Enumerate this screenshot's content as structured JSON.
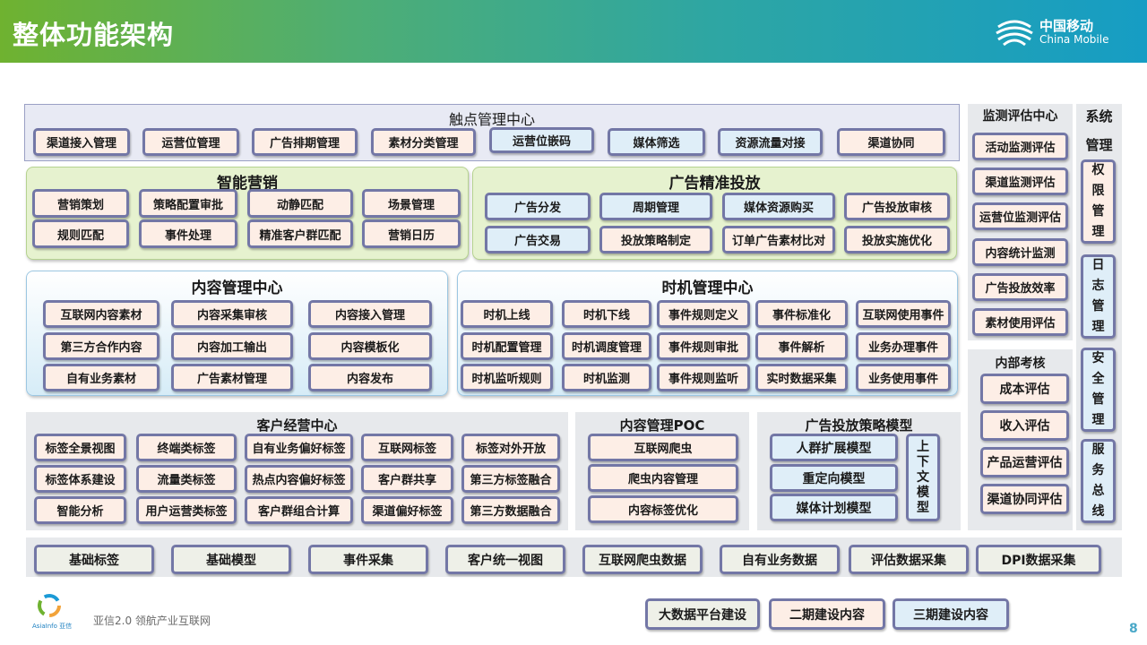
{
  "header": {
    "title": "整体功能架构",
    "brand_cn": "中国移动",
    "brand_en": "China Mobile",
    "brand_logo_icon": "china-mobile-logo-icon"
  },
  "touch": {
    "title": "触点管理中心",
    "items": [
      "渠道接入管理",
      "运营位管理",
      "广告排期管理",
      "素材分类管理",
      "运营位嵌码",
      "媒体筛选",
      "资源流量对接",
      "渠道协同"
    ]
  },
  "marketing": {
    "title": "智能营销",
    "items": [
      "营销策划",
      "策略配置审批",
      "动静匹配",
      "场景管理",
      "规则匹配",
      "事件处理",
      "精准客户群匹配",
      "营销日历"
    ]
  },
  "ad_delivery": {
    "title": "广告精准投放",
    "items": [
      "广告分发",
      "周期管理",
      "媒体资源购买",
      "广告投放审核",
      "广告交易",
      "投放策略制定",
      "订单广告素材比对",
      "投放实施优化"
    ]
  },
  "content_center": {
    "title": "内容管理中心",
    "items": [
      "互联网内容素材",
      "内容采集审核",
      "内容接入管理",
      "第三方合作内容",
      "内容加工输出",
      "内容模板化",
      "自有业务素材",
      "广告素材管理",
      "内容发布"
    ]
  },
  "timing_center": {
    "title": "时机管理中心",
    "items": [
      "时机上线",
      "时机下线",
      "事件规则定义",
      "事件标准化",
      "互联网使用事件",
      "时机配置管理",
      "时机调度管理",
      "事件规则审批",
      "事件解析",
      "业务办理事件",
      "时机监听规则",
      "时机监测",
      "事件规则监听",
      "实时数据采集",
      "业务使用事件"
    ]
  },
  "customer": {
    "title": "客户经营中心",
    "items": [
      "标签全景视图",
      "终端类标签",
      "自有业务偏好标签",
      "互联网标签",
      "标签对外开放",
      "标签体系建设",
      "流量类标签",
      "热点内容偏好标签",
      "客户群共享",
      "第三方标签融合",
      "智能分析",
      "用户运营类标签",
      "客户群组合计算",
      "渠道偏好标签",
      "第三方数据融合"
    ]
  },
  "poc": {
    "title": "内容管理POC",
    "items": [
      "互联网爬虫",
      "爬虫内容管理",
      "内容标签优化"
    ]
  },
  "strategy": {
    "title": "广告投放策略模型",
    "items": [
      "人群扩展模型",
      "重定向模型",
      "媒体计划模型"
    ],
    "context_model": [
      "上",
      "下",
      "文",
      "模",
      "型"
    ]
  },
  "base": {
    "items": [
      "基础标签",
      "基础模型",
      "事件采集",
      "客户统一视图",
      "互联网爬虫数据",
      "自有业务数据",
      "评估数据采集",
      "DPI数据采集"
    ]
  },
  "monitor": {
    "title": "监测评估中心",
    "items": [
      "活动监测评估",
      "渠道监测评估",
      "运营位监测评估",
      "内容统计监测",
      "广告投放效率",
      "素材使用评估"
    ]
  },
  "internal": {
    "title": "内部考核",
    "items": [
      "成本评估",
      "收入评估",
      "产品运营评估",
      "渠道协同评估"
    ]
  },
  "system": {
    "title_lines": [
      "系统",
      "管理"
    ],
    "groups": [
      [
        "权",
        "限",
        "管",
        "理"
      ],
      [
        "日",
        "志",
        "管",
        "理"
      ],
      [
        "安",
        "全",
        "管",
        "理"
      ],
      [
        "服",
        "务",
        "总",
        "线"
      ]
    ]
  },
  "legend": {
    "items": [
      "大数据平台建设",
      "二期建设内容",
      "三期建设内容"
    ]
  },
  "footer": {
    "logo_text": "AsiaInfo 亚信",
    "slogan": "亚信2.0  领航产业互联网",
    "page": "8",
    "logo_icon": "asiainfo-ring-logo-icon"
  },
  "colors": {
    "phase2_fill": "#fdeee6",
    "phase3_fill": "#dfeef8",
    "platform_fill": "#eef0e8",
    "button_border": "#7377a6",
    "header_start": "#6fb230",
    "header_end": "#169dc4"
  }
}
